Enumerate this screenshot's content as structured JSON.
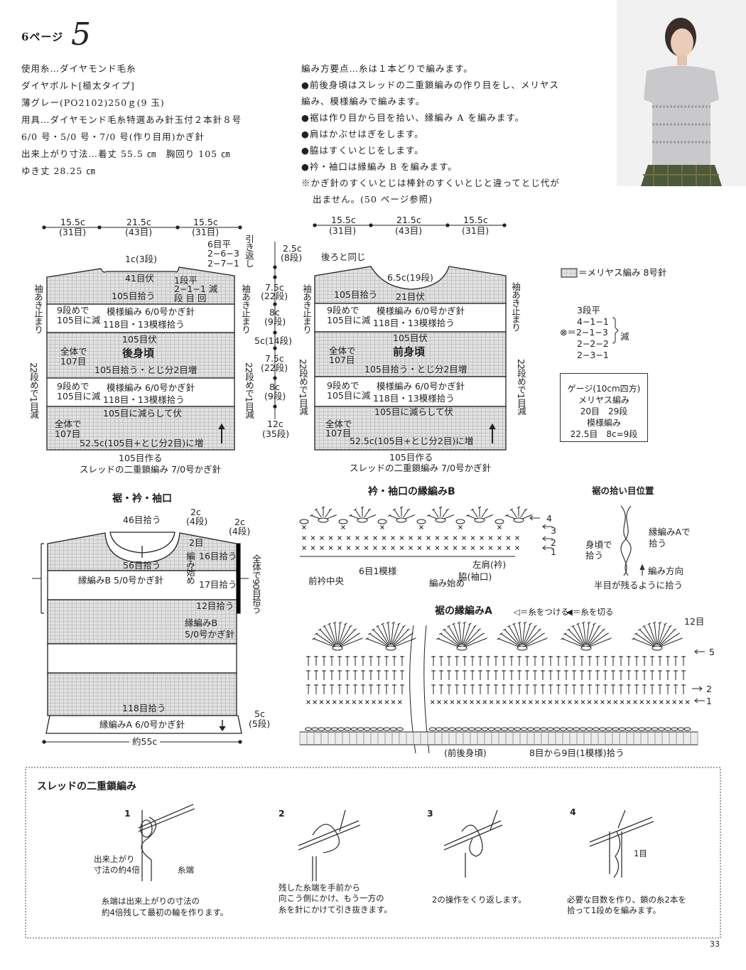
{
  "header": {
    "page_ref": "6ページ",
    "number": "5"
  },
  "materials": [
    "使用糸…ダイヤモンド毛糸",
    "ダイヤボルト[極太タイプ]",
    "薄グレー(PO2102)250ｇ(9 玉)",
    "用具…ダイヤモンド毛糸特選あみ針玉付２本針８号",
    "6/0 号・5/0 号・7/0 号(作り目用)かぎ針",
    "出来上がり寸法…着丈 55.5 ㎝　胸回り 105 ㎝",
    "ゆき丈 28.25 ㎝"
  ],
  "instructions": [
    "編み方要点…糸は１本どりで編みます。",
    "●前後身頃はスレッドの二重鎖編みの作り目をし、メリヤス",
    "編み、模様編みで編みます。",
    "●裾は作り目から目を拾い、縁編み A を編みます。",
    "●肩はかぶせはぎをします。",
    "●脇はすくいとじをします。",
    "●衿・袖口は縁編み B を編みます。",
    "※かぎ針のすくいとじは棒針のすくいとじと違ってとじ代が",
    "出ません。(50 ページ参照)"
  ],
  "back": {
    "w1": "15.5c",
    "w1s": "(31目)",
    "w2": "21.5c",
    "w2s": "(43目)",
    "w3": "15.5c",
    "w3s": "(31目)",
    "sh1": "6目平",
    "sh2": "2−6−3",
    "sh3": "2−7−1",
    "short_rows": "引き返し",
    "neck_depth": "1c(3段)",
    "neck_bind": "41目伏",
    "dec1": "1段平",
    "dec2": "2−1−1 減",
    "dec3": "段 目 回",
    "pickup1": "105目拾う",
    "r9a": "9段めで",
    "r9b": "105目に減",
    "pattern1": "模様編み 6/0号かぎ針",
    "pick118a": "118目・13模様拾う",
    "bind105": "105目伏",
    "total1a": "全体で",
    "total1b": "107目",
    "title": "後身頃",
    "pickup2": "105目拾う・とじ分2目増",
    "r9c": "9段めで",
    "r9d": "105目に減",
    "pattern2": "模様編み 6/0号かぎ針",
    "pick118b": "118目・13模様拾う",
    "bind_dec": "105目に減らして伏",
    "total2a": "全体で",
    "total2b": "107目",
    "inc": "52.5c(105目+とじ分2目)に増",
    "cast": "105目作る",
    "cast_method": "スレッドの二重鎖編み 7/0号かぎ針",
    "armhole_l": "袖あき止まり",
    "dec_side_l": "22段めで1目減",
    "armhole_r": "袖あき止まり",
    "dec_side_r": "22段めで1目減"
  },
  "heights": [
    "2.5c",
    "(8段)",
    "7.5c",
    "(22段)",
    "8c",
    "(9段)",
    "5c(14段)",
    "7.5c",
    "(22段)",
    "8c",
    "(9段)",
    "12c",
    "(35段)"
  ],
  "front": {
    "w1": "15.5c",
    "w1s": "(31目)",
    "w2": "21.5c",
    "w2s": "(43目)",
    "w3": "15.5c",
    "w3s": "(31目)",
    "same_as_back": "後ろと同じ",
    "neck_depth": "6.5c(19段)",
    "neck_bind": "21目伏",
    "pickup1": "105目拾う",
    "r9a": "9段めで",
    "r9b": "105目に減",
    "pattern1": "模様編み 6/0号かぎ針",
    "pick118a": "118目・13模様拾う",
    "bind105": "105目伏",
    "total1a": "全体で",
    "total1b": "107目",
    "title": "前身頃",
    "pickup2": "105目拾う・とじ分2目増",
    "r9c": "9段めで",
    "r9d": "105目に減",
    "pattern2": "模様編み 6/0号かぎ針",
    "pick118b": "118目・13模様拾う",
    "bind_dec": "105目に減らして伏",
    "total2a": "全体で",
    "total2b": "107目",
    "inc": "52.5c(105目+とじ分2目)に増",
    "cast": "105目作る",
    "cast_method": "スレッドの二重鎖編み 7/0号かぎ針",
    "armhole_l": "袖あき止まり",
    "dec_side_l": "22段めで1目減",
    "armhole_r": "袖あき止まり",
    "dec_side_r": "22段めで1目減"
  },
  "legend": {
    "stockinette": "＝メリヤス編み 8号針",
    "n0": "3段平",
    "n1": "4−1−1",
    "n2": "⊗＝2−1−3",
    "n3": "2−2−2",
    "n4": "2−3−1",
    "dec": "減"
  },
  "gauge": [
    "ゲージ(10cm四方)",
    "メリヤス編み",
    "20目　29段",
    "模様編み",
    "22.5目　8c=9段"
  ],
  "finish": {
    "title": "裾・衿・袖口",
    "neck_pick46": "46目拾う",
    "c2a": "2c",
    "c2a_s": "(4段)",
    "c2b": "2c",
    "c2b_s": "(4段)",
    "st2": "2目",
    "pick16": "16目拾う",
    "pick56": "56目拾う",
    "start": "編み始め",
    "edgeB": "縁編みB 5/0号かぎ針",
    "pick17": "17目拾う",
    "pick12": "12目拾う",
    "edgeB2a": "縁編みB",
    "edgeB2b": "5/0号かぎ針",
    "total90": "全体で90目拾う",
    "pick118": "118目拾う",
    "edgeA": "縁編みA 6/0号かぎ針",
    "c5": "5c",
    "c5_s": "(5段)",
    "width": "約55c"
  },
  "edgingB": {
    "title": "衿・袖口の縁編みB",
    "rows": [
      "4",
      "3",
      "2",
      "1"
    ],
    "repeat": "6目1模様",
    "center": "前衿中央",
    "start": "編み始め",
    "shoulder": "左肩(衿)",
    "side": "脇(袖口)"
  },
  "pickup_pos": {
    "title": "裾の拾い目位置",
    "body_a": "身頃で",
    "body_b": "拾う",
    "edge_a": "縁編みAで",
    "edge_b": "拾う",
    "direction": "編み方向",
    "note": "半目が残るように拾う"
  },
  "edgingA": {
    "title": "裾の縁編みA",
    "attach": "◁＝糸をつける",
    "cut": "◀＝糸を切る",
    "st12": "12目",
    "rows": [
      "5",
      "2",
      "1"
    ],
    "body": "(前後身頃)",
    "pick": "8目から9目(1模様)拾う"
  },
  "chain": {
    "title": "スレッドの二重鎖編み",
    "steps": [
      {
        "n": "1",
        "l1": "出来上がり",
        "l2": "寸法の約4倍",
        "l3": "糸端",
        "c1": "糸端は出来上がりの寸法の",
        "c2": "約4倍残して最初の輪を作ります。"
      },
      {
        "n": "2",
        "c1": "残した糸端を手前から",
        "c2": "向こう側にかけ、もう一方の",
        "c3": "糸を針にかけて引き抜きます。"
      },
      {
        "n": "3",
        "c1": "2の操作をくり返します。"
      },
      {
        "n": "4",
        "l1": "1目",
        "c1": "必要な目数を作り、鎖の糸2本を",
        "c2": "拾って1段めを編みます。"
      }
    ]
  },
  "page_number": "33",
  "colors": {
    "fill": "#dcdcdc",
    "ink": "#222222"
  }
}
